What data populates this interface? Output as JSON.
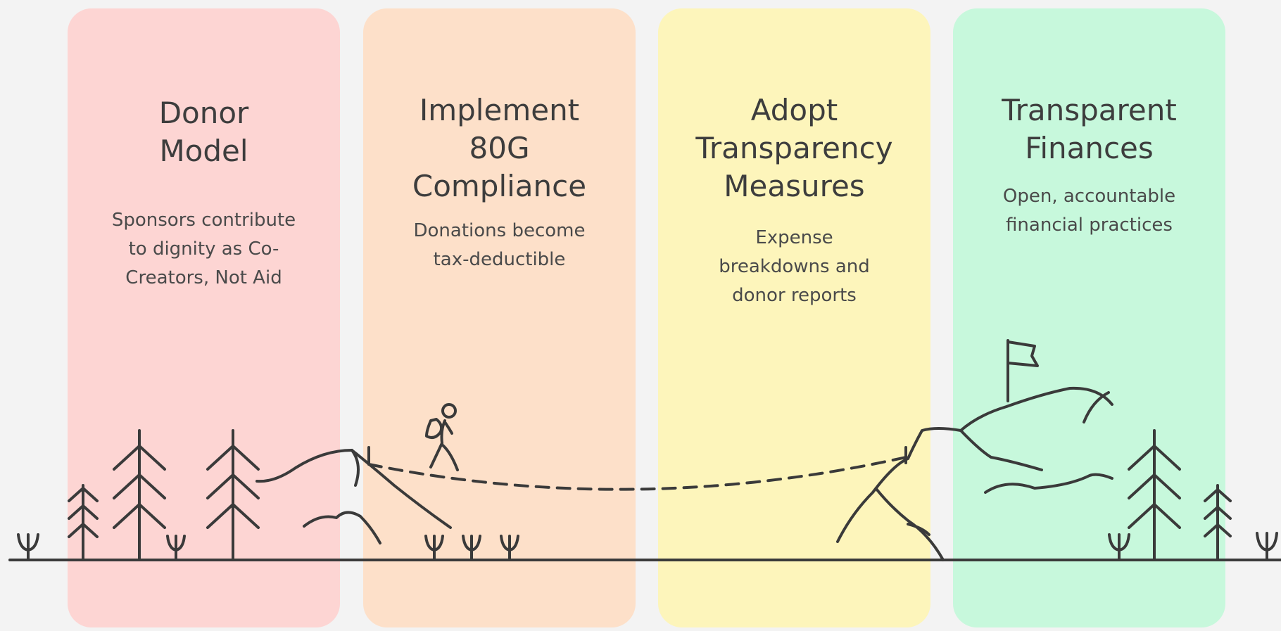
{
  "panels": [
    {
      "title": "Donor\nModel",
      "description": "Sponsors contribute\nto dignity as Co-\nCreators, Not Aid",
      "color": "#fdd5d3"
    },
    {
      "title": "Implement\n80G\nCompliance",
      "description": "Donations become\ntax-deductible",
      "color": "#fde0c9"
    },
    {
      "title": "Adopt\nTransparency\nMeasures",
      "description": "Expense\nbreakdowns and\ndonor reports",
      "color": "#fdf5bb"
    },
    {
      "title": "Transparent\nFinances",
      "description": "Open, accountable\nfinancial practices",
      "color": "#c7f8dc"
    }
  ],
  "illustration": {
    "icons": [
      "pine-tree-icon",
      "sprout-icon",
      "hiker-icon",
      "mountain-icon",
      "summit-flag-icon"
    ],
    "line_color": "#3a3a3a"
  }
}
